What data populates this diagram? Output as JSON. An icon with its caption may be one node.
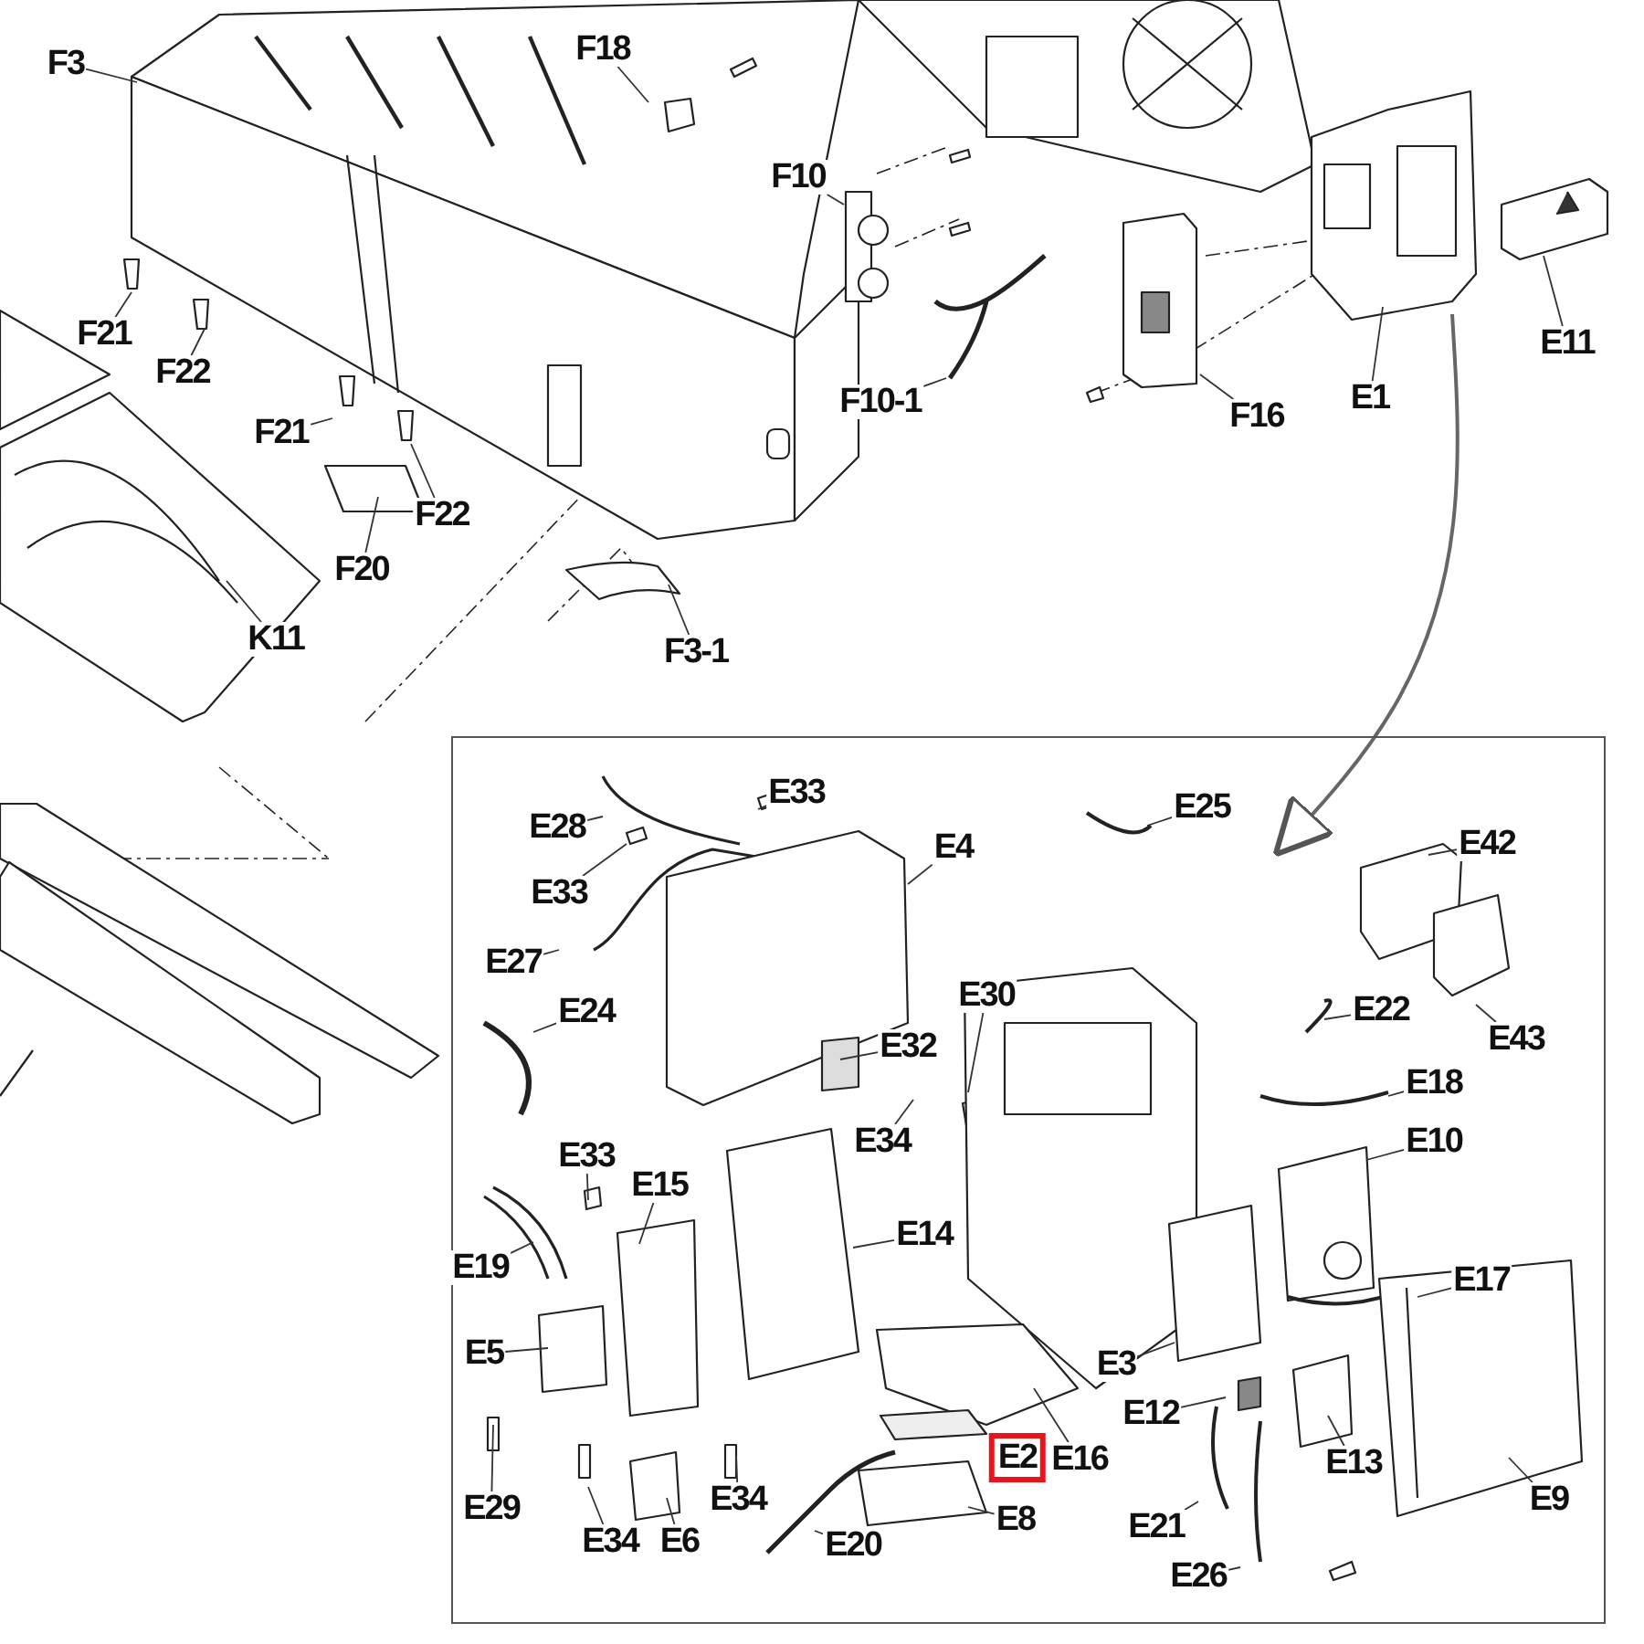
{
  "diagram": {
    "nodes": [
      {
        "text": [
          "F3"
        ]
      },
      {
        "text": [
          "F18"
        ]
      },
      {
        "text": [
          "F10"
        ]
      },
      {
        "text": [
          "F21"
        ]
      },
      {
        "text": [
          "F22"
        ]
      },
      {
        "text": [
          "F10-1"
        ]
      },
      {
        "text": [
          "F16"
        ]
      },
      {
        "text": [
          "E1"
        ]
      },
      {
        "text": [
          "E11"
        ]
      },
      {
        "text": [
          "F21"
        ]
      },
      {
        "text": [
          "F22"
        ]
      },
      {
        "text": [
          "F20"
        ]
      },
      {
        "text": [
          "K11"
        ]
      },
      {
        "text": [
          "F3-1"
        ]
      },
      {
        "text": [],
        "shape": "box"
      },
      {
        "text": [
          "E33"
        ],
        "in": 14
      },
      {
        "text": [
          "E25"
        ],
        "in": 14
      },
      {
        "text": [
          "E28"
        ],
        "in": 14
      },
      {
        "text": [
          "E4"
        ],
        "in": 14
      },
      {
        "text": [
          "E42"
        ],
        "in": 14
      },
      {
        "text": [
          "E33"
        ],
        "in": 14
      },
      {
        "text": [
          "E27"
        ],
        "in": 14
      },
      {
        "text": [
          "E30"
        ],
        "in": 14
      },
      {
        "text": [
          "E24"
        ],
        "in": 14
      },
      {
        "text": [
          "E22"
        ],
        "in": 14
      },
      {
        "text": [
          "E43"
        ],
        "in": 14
      },
      {
        "text": [
          "E32"
        ],
        "in": 14
      },
      {
        "text": [
          "E18"
        ],
        "in": 14
      },
      {
        "text": [
          "E34"
        ],
        "in": 14
      },
      {
        "text": [
          "E10"
        ],
        "in": 14
      },
      {
        "text": [
          "E33"
        ],
        "in": 14
      },
      {
        "text": [
          "E15"
        ],
        "in": 14
      },
      {
        "text": [
          "E14"
        ],
        "in": 14
      },
      {
        "text": [
          "E19"
        ],
        "in": 14
      },
      {
        "text": [
          "E17"
        ],
        "in": 14
      },
      {
        "text": [
          "E5"
        ],
        "in": 14
      },
      {
        "text": [
          "E3"
        ],
        "in": 14
      },
      {
        "text": [
          "E12"
        ],
        "in": 14
      },
      {
        "text": [
          "E16"
        ],
        "in": 14
      },
      {
        "text": [
          "E2"
        ],
        "in": 14
      },
      {
        "text": [
          "E13"
        ],
        "in": 14
      },
      {
        "text": [
          "E34"
        ],
        "in": 14
      },
      {
        "text": [
          "E9"
        ],
        "in": 14
      },
      {
        "text": [
          "E29"
        ],
        "in": 14
      },
      {
        "text": [
          "E8"
        ],
        "in": 14
      },
      {
        "text": [
          "E21"
        ],
        "in": 14
      },
      {
        "text": [
          "E34"
        ],
        "in": 14
      },
      {
        "text": [
          "E6"
        ],
        "in": 14
      },
      {
        "text": [
          "E20"
        ],
        "in": 14
      },
      {
        "text": [
          "E26"
        ],
        "in": 14
      }
    ],
    "edges": [
      {
        "from": 0,
        "to": null,
        "arrow": "none"
      },
      {
        "from": 1,
        "to": null,
        "arrow": "none"
      },
      {
        "from": 2,
        "to": null,
        "arrow": "none"
      },
      {
        "from": 3,
        "to": null,
        "arrow": "none"
      },
      {
        "from": 4,
        "to": null,
        "arrow": "none"
      },
      {
        "from": 5,
        "to": null,
        "arrow": "none"
      },
      {
        "from": 6,
        "to": null,
        "arrow": "none"
      },
      {
        "from": 7,
        "to": null,
        "arrow": "none"
      },
      {
        "from": 8,
        "to": null,
        "arrow": "none"
      },
      {
        "from": 9,
        "to": null,
        "arrow": "none"
      },
      {
        "from": 10,
        "to": null,
        "arrow": "none"
      },
      {
        "from": 11,
        "to": null,
        "arrow": "none"
      },
      {
        "from": 12,
        "to": null,
        "arrow": "none"
      },
      {
        "from": 13,
        "to": null,
        "arrow": "none"
      },
      {
        "from": 15,
        "to": null,
        "arrow": "none"
      },
      {
        "from": 16,
        "to": null,
        "arrow": "none"
      },
      {
        "from": 17,
        "to": null,
        "arrow": "none"
      },
      {
        "from": 18,
        "to": null,
        "arrow": "none"
      },
      {
        "from": 19,
        "to": null,
        "arrow": "none"
      },
      {
        "from": 20,
        "to": null,
        "arrow": "none"
      },
      {
        "from": 21,
        "to": null,
        "arrow": "none"
      },
      {
        "from": 22,
        "to": null,
        "arrow": "none"
      },
      {
        "from": 23,
        "to": null,
        "arrow": "none"
      },
      {
        "from": 24,
        "to": null,
        "arrow": "none"
      },
      {
        "from": 25,
        "to": null,
        "arrow": "none"
      },
      {
        "from": 26,
        "to": null,
        "arrow": "none"
      },
      {
        "from": 27,
        "to": null,
        "arrow": "none"
      },
      {
        "from": 28,
        "to": null,
        "arrow": "none"
      },
      {
        "from": 29,
        "to": null,
        "arrow": "none"
      },
      {
        "from": 30,
        "to": null,
        "arrow": "none"
      },
      {
        "from": 31,
        "to": null,
        "arrow": "none"
      },
      {
        "from": 32,
        "to": null,
        "arrow": "none"
      },
      {
        "from": 33,
        "to": null,
        "arrow": "none"
      },
      {
        "from": 34,
        "to": null,
        "arrow": "none"
      },
      {
        "from": 35,
        "to": null,
        "arrow": "none"
      },
      {
        "from": 36,
        "to": null,
        "arrow": "none"
      },
      {
        "from": 37,
        "to": null,
        "arrow": "none"
      },
      {
        "from": 38,
        "to": null,
        "arrow": "none"
      },
      {
        "from": 40,
        "to": null,
        "arrow": "none"
      },
      {
        "from": 41,
        "to": null,
        "arrow": "none"
      },
      {
        "from": 42,
        "to": null,
        "arrow": "none"
      },
      {
        "from": 43,
        "to": null,
        "arrow": "none"
      },
      {
        "from": 44,
        "to": null,
        "arrow": "none"
      },
      {
        "from": 45,
        "to": null,
        "arrow": "none"
      },
      {
        "from": 46,
        "to": null,
        "arrow": "none"
      },
      {
        "from": 47,
        "to": null,
        "arrow": "none"
      },
      {
        "from": 48,
        "to": null,
        "arrow": "none"
      },
      {
        "from": 49,
        "to": null,
        "arrow": "none"
      },
      {
        "from": null,
        "to": 14,
        "arrow": "to"
      }
    ]
  }
}
